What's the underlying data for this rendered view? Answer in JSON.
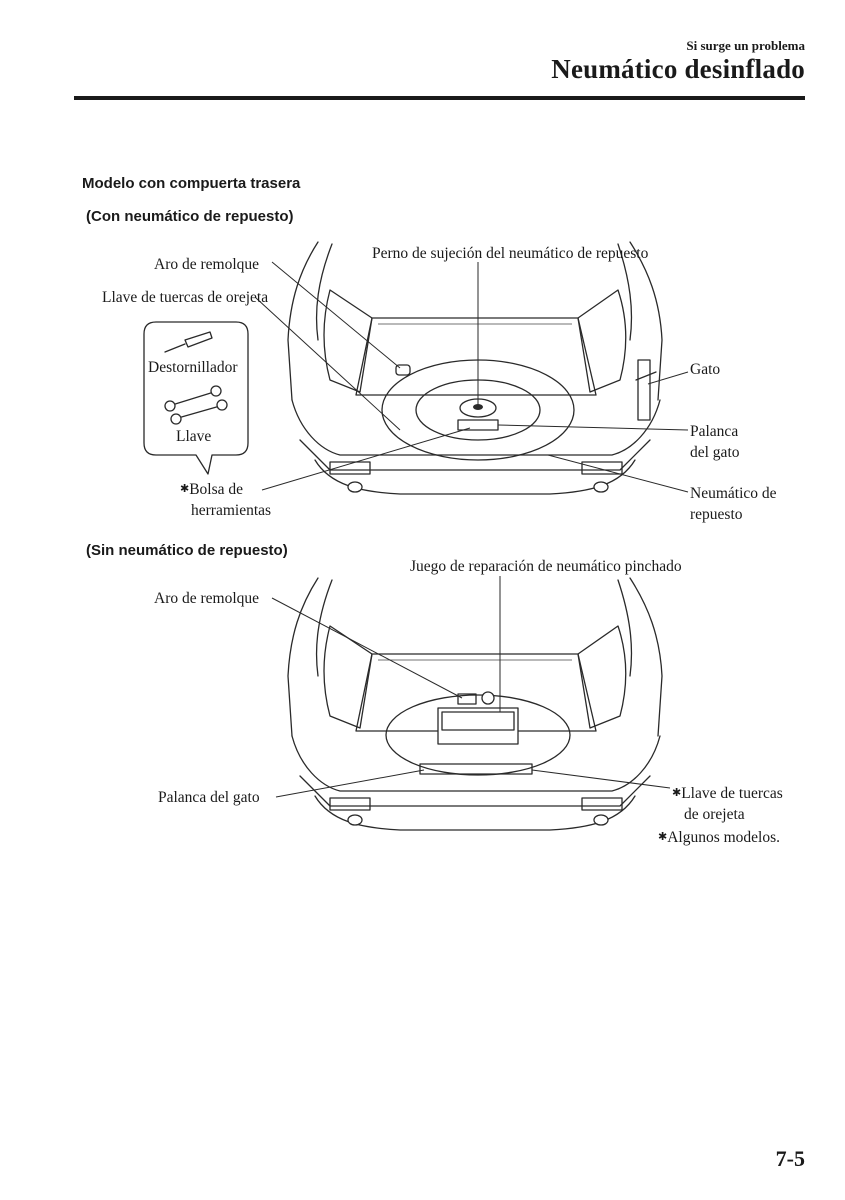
{
  "header": {
    "section": "Si surge un problema",
    "title": "Neumático desinflado"
  },
  "model_heading": "Modelo con compuerta trasera",
  "with_spare": {
    "heading": "(Con neumático de repuesto)",
    "labels": {
      "tow_hook": "Aro de remolque",
      "lug_wrench": "Llave de tuercas de orejeta",
      "spare_bolt": "Perno de sujeción del neumático de repuesto",
      "screwdriver": "Destornillador",
      "wrench": "Llave",
      "tool_bag_line1": "Bolsa de",
      "tool_bag_line2": "herramientas",
      "jack": "Gato",
      "jack_handle_line1": "Palanca",
      "jack_handle_line2": "del gato",
      "spare_tire_line1": "Neumático de",
      "spare_tire_line2": "repuesto"
    }
  },
  "without_spare": {
    "heading": "(Sin neumático de repuesto)",
    "labels": {
      "repair_kit": "Juego de reparación de neumático pinchado",
      "tow_hook": "Aro de remolque",
      "jack_handle": "Palanca del gato",
      "lug_wrench_line1": "Llave de tuercas",
      "lug_wrench_line2": "de orejeta",
      "some_models": "Algunos modelos."
    }
  },
  "asterisk": "✱",
  "page_number": "7-5"
}
